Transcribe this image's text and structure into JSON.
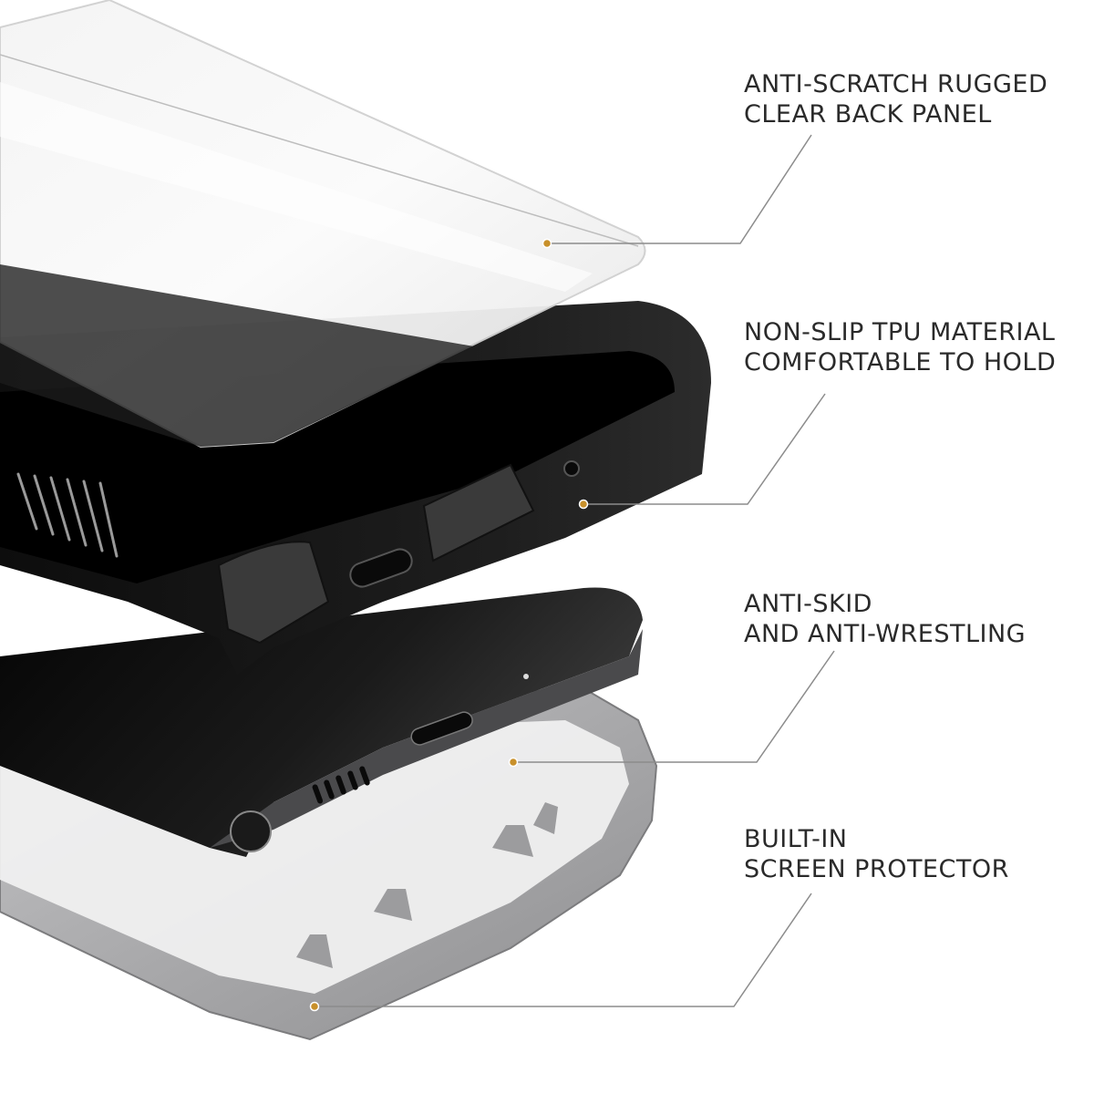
{
  "features": [
    {
      "line1": "ANTI-SCRATCH RUGGED",
      "line2": "CLEAR BACK PANEL"
    },
    {
      "line1": "NON-SLIP TPU MATERIAL",
      "line2": "COMFORTABLE TO HOLD"
    },
    {
      "line1": "ANTI-SKID",
      "line2": "AND ANTI-WRESTLING"
    },
    {
      "line1": "BUILT-IN",
      "line2": "SCREEN PROTECTOR"
    }
  ],
  "colors": {
    "background": "#ffffff",
    "label_text": "#2a2a2a",
    "callout_line": "#8c8c8c",
    "callout_dot": "#c8902a",
    "bumper": "#151515",
    "phone_body": "#0c0c0c",
    "front_frame": "#a9a9ab"
  }
}
